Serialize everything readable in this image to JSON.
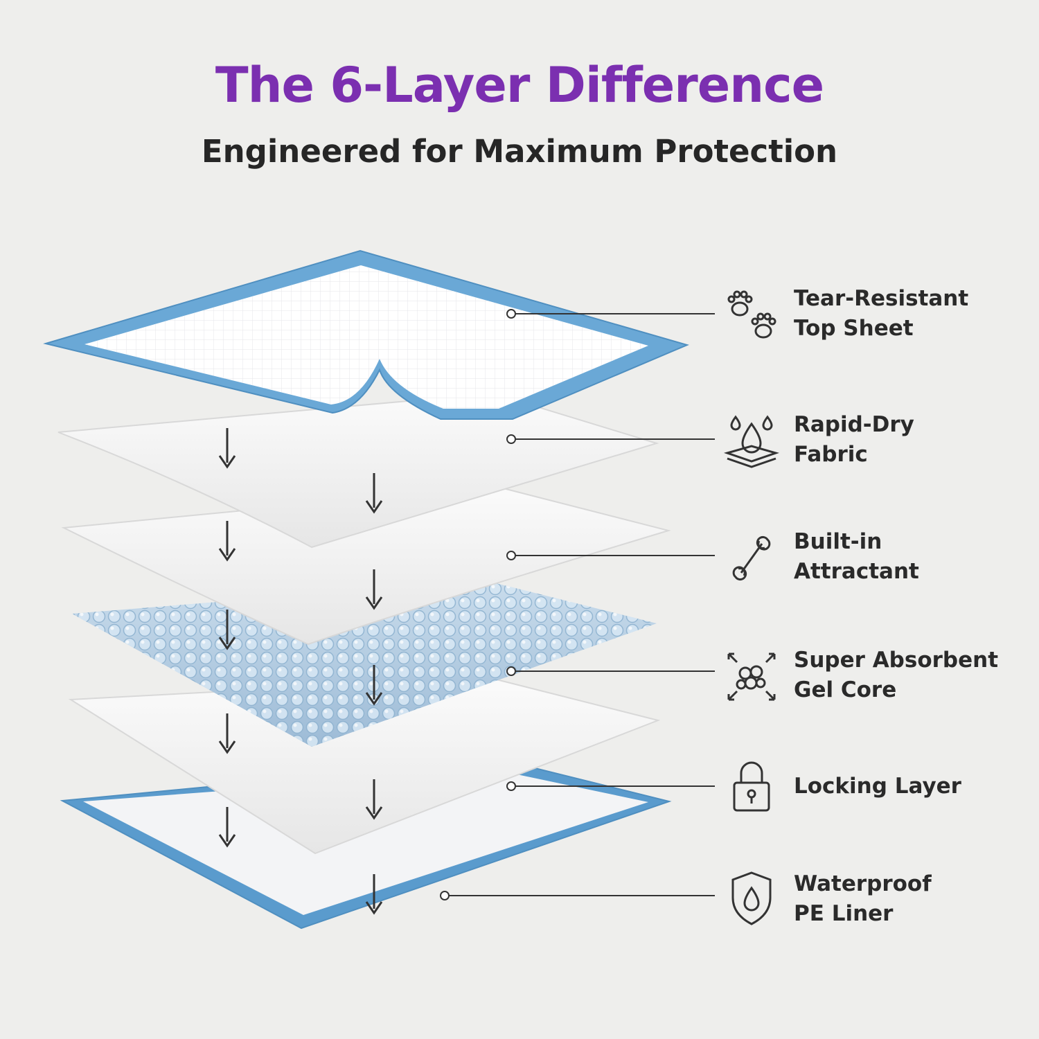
{
  "header": {
    "title": "The 6-Layer Difference",
    "subtitle": "Engineered for Maximum Protection"
  },
  "colors": {
    "title": "#7b2fb0",
    "accent_blue": "#6aa8d6",
    "border_blue": "#4f95c9",
    "text": "#2a2a2a",
    "background": "#eeeeec"
  },
  "layers": [
    {
      "line1": "Tear-Resistant",
      "line2": "Top Sheet",
      "icon": "paw-prints-icon"
    },
    {
      "line1": "Rapid-Dry",
      "line2": "Fabric",
      "icon": "water-drops-icon"
    },
    {
      "line1": "Built-in",
      "line2": "Attractant",
      "icon": "bone-icon"
    },
    {
      "line1": "Super Absorbent",
      "line2": "Gel Core",
      "icon": "gel-beads-icon"
    },
    {
      "line1": "Locking Layer",
      "line2": "",
      "icon": "padlock-icon"
    },
    {
      "line1": "Waterproof",
      "line2": "PE Liner",
      "icon": "shield-drop-icon"
    }
  ]
}
